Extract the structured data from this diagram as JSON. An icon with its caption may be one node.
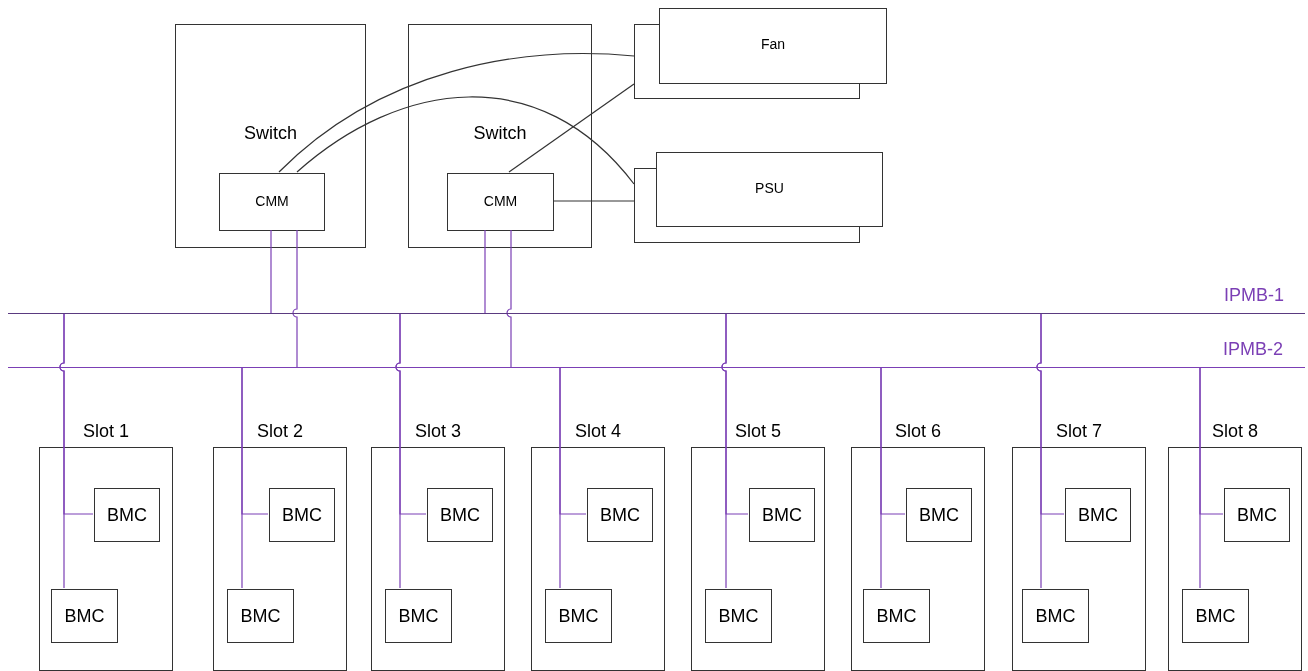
{
  "diagram": {
    "nodes": [
      {
        "text": [
          "Switch"
        ]
      },
      {
        "text": [
          "CMM"
        ],
        "in": 0
      },
      {
        "text": [
          "Switch"
        ]
      },
      {
        "text": [
          "CMM"
        ],
        "in": 2
      },
      {
        "text": [
          "Fan"
        ]
      },
      {
        "text": [
          "PSU"
        ]
      },
      {
        "text": [
          "IPMB-1"
        ]
      },
      {
        "text": [
          "IPMB-2"
        ]
      },
      {
        "text": [
          "Slot 1"
        ]
      },
      {
        "text": [
          "BMC"
        ],
        "in": 8
      },
      {
        "text": [
          "BMC"
        ],
        "in": 8
      },
      {
        "text": [
          "Slot 2"
        ]
      },
      {
        "text": [
          "BMC"
        ],
        "in": 11
      },
      {
        "text": [
          "BMC"
        ],
        "in": 11
      },
      {
        "text": [
          "Slot 3"
        ]
      },
      {
        "text": [
          "BMC"
        ],
        "in": 14
      },
      {
        "text": [
          "BMC"
        ],
        "in": 14
      },
      {
        "text": [
          "Slot 4"
        ]
      },
      {
        "text": [
          "BMC"
        ],
        "in": 17
      },
      {
        "text": [
          "BMC"
        ],
        "in": 17
      },
      {
        "text": [
          "Slot 5"
        ]
      },
      {
        "text": [
          "BMC"
        ],
        "in": 20
      },
      {
        "text": [
          "BMC"
        ],
        "in": 20
      },
      {
        "text": [
          "Slot 6"
        ]
      },
      {
        "text": [
          "BMC"
        ],
        "in": 23
      },
      {
        "text": [
          "BMC"
        ],
        "in": 23
      },
      {
        "text": [
          "Slot 7"
        ]
      },
      {
        "text": [
          "BMC"
        ],
        "in": 26
      },
      {
        "text": [
          "BMC"
        ],
        "in": 26
      },
      {
        "text": [
          "Slot 8"
        ]
      },
      {
        "text": [
          "BMC"
        ],
        "in": 29
      },
      {
        "text": [
          "BMC"
        ],
        "in": 29
      }
    ],
    "edges": [
      {
        "from": 1,
        "to": 4,
        "arrow": "none",
        "color": "#333333"
      },
      {
        "from": 1,
        "to": 5,
        "arrow": "none",
        "color": "#333333"
      },
      {
        "from": 3,
        "to": 4,
        "arrow": "none",
        "color": "#333333"
      },
      {
        "from": 3,
        "to": 5,
        "arrow": "none",
        "color": "#333333"
      },
      {
        "from": 1,
        "to": 6,
        "arrow": "none"
      },
      {
        "from": 1,
        "to": 7,
        "arrow": "none"
      },
      {
        "from": 3,
        "to": 6,
        "arrow": "none"
      },
      {
        "from": 3,
        "to": 7,
        "arrow": "none"
      },
      {
        "from": 6,
        "to": 10,
        "arrow": "none"
      },
      {
        "from": 6,
        "to": 9,
        "arrow": "none"
      },
      {
        "from": 7,
        "to": 13,
        "arrow": "none"
      },
      {
        "from": 7,
        "to": 12,
        "arrow": "none"
      },
      {
        "from": 6,
        "to": 16,
        "arrow": "none"
      },
      {
        "from": 6,
        "to": 15,
        "arrow": "none"
      },
      {
        "from": 7,
        "to": 19,
        "arrow": "none"
      },
      {
        "from": 7,
        "to": 18,
        "arrow": "none"
      },
      {
        "from": 6,
        "to": 22,
        "arrow": "none"
      },
      {
        "from": 6,
        "to": 21,
        "arrow": "none"
      },
      {
        "from": 7,
        "to": 25,
        "arrow": "none"
      },
      {
        "from": 7,
        "to": 24,
        "arrow": "none"
      },
      {
        "from": 6,
        "to": 28,
        "arrow": "none"
      },
      {
        "from": 6,
        "to": 27,
        "arrow": "none"
      },
      {
        "from": 7,
        "to": 31,
        "arrow": "none"
      },
      {
        "from": 7,
        "to": 30,
        "arrow": "none"
      }
    ]
  }
}
